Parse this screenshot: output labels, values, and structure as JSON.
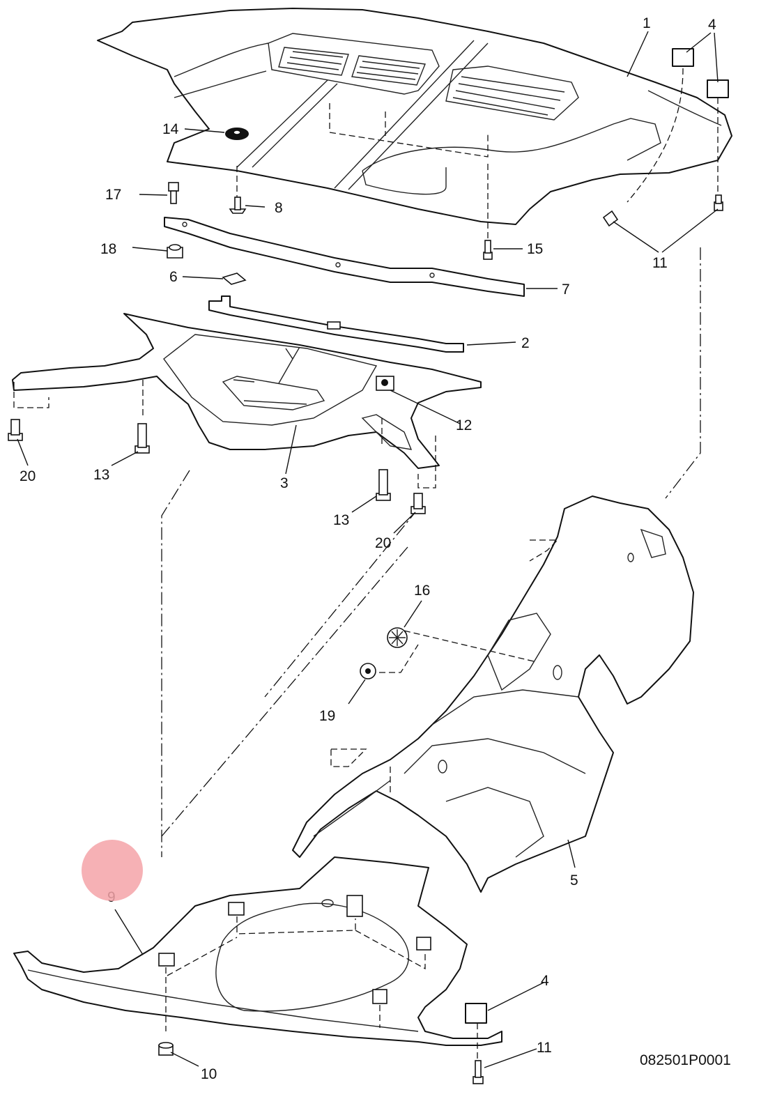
{
  "diagram": {
    "drawing_number": "082501P0001",
    "callouts": [
      "1",
      "2",
      "3",
      "4",
      "4",
      "5",
      "6",
      "7",
      "8",
      "9",
      "10",
      "11",
      "11",
      "12",
      "13",
      "13",
      "14",
      "15",
      "16",
      "17",
      "18",
      "19",
      "20",
      "20"
    ]
  },
  "highlight": {
    "label": "9",
    "color": "#f4a3a8"
  }
}
